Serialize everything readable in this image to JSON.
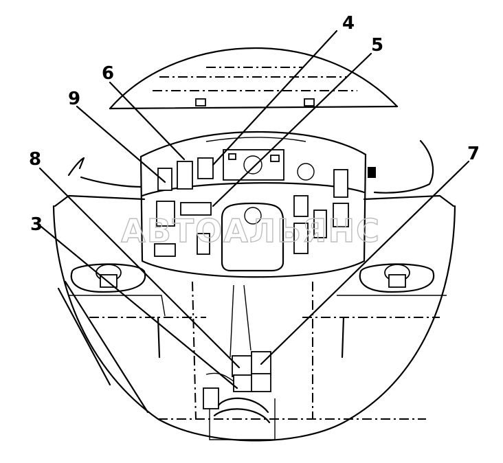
{
  "watermark": "АВТОАЛЬЯНС",
  "callouts": [
    {
      "id": "callout-3",
      "label": "3"
    },
    {
      "id": "callout-4",
      "label": "4"
    },
    {
      "id": "callout-5",
      "label": "5"
    },
    {
      "id": "callout-6",
      "label": "6"
    },
    {
      "id": "callout-7",
      "label": "7"
    },
    {
      "id": "callout-8",
      "label": "8"
    },
    {
      "id": "callout-9",
      "label": "9"
    }
  ]
}
